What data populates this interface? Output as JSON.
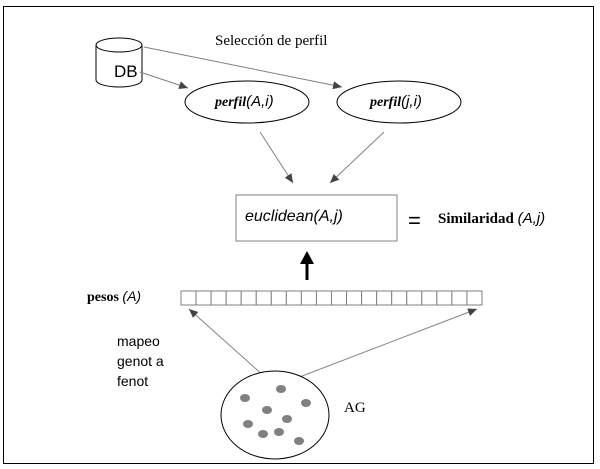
{
  "title": "Selección de perfil",
  "db_label": "DB",
  "perfil_1": {
    "word": "perfil",
    "args": "(A,i)"
  },
  "perfil_2": {
    "word": "perfil",
    "args": "(j,i)"
  },
  "euclidean": "euclidean(A,j)",
  "equals_sign": "=",
  "similarity": {
    "word": "Similaridad",
    "args": "(A,j)"
  },
  "pesos": {
    "word": "pesos",
    "args": "(A)"
  },
  "mapeo_lines": [
    "mapeo",
    "genot a",
    "fenot"
  ],
  "ag_label": "AG",
  "vector_cell_count": 20,
  "population_dot_count": 9,
  "colors": {
    "line": "#808080",
    "dots": "#808080",
    "border": "#000000",
    "arrow": "#000000"
  }
}
